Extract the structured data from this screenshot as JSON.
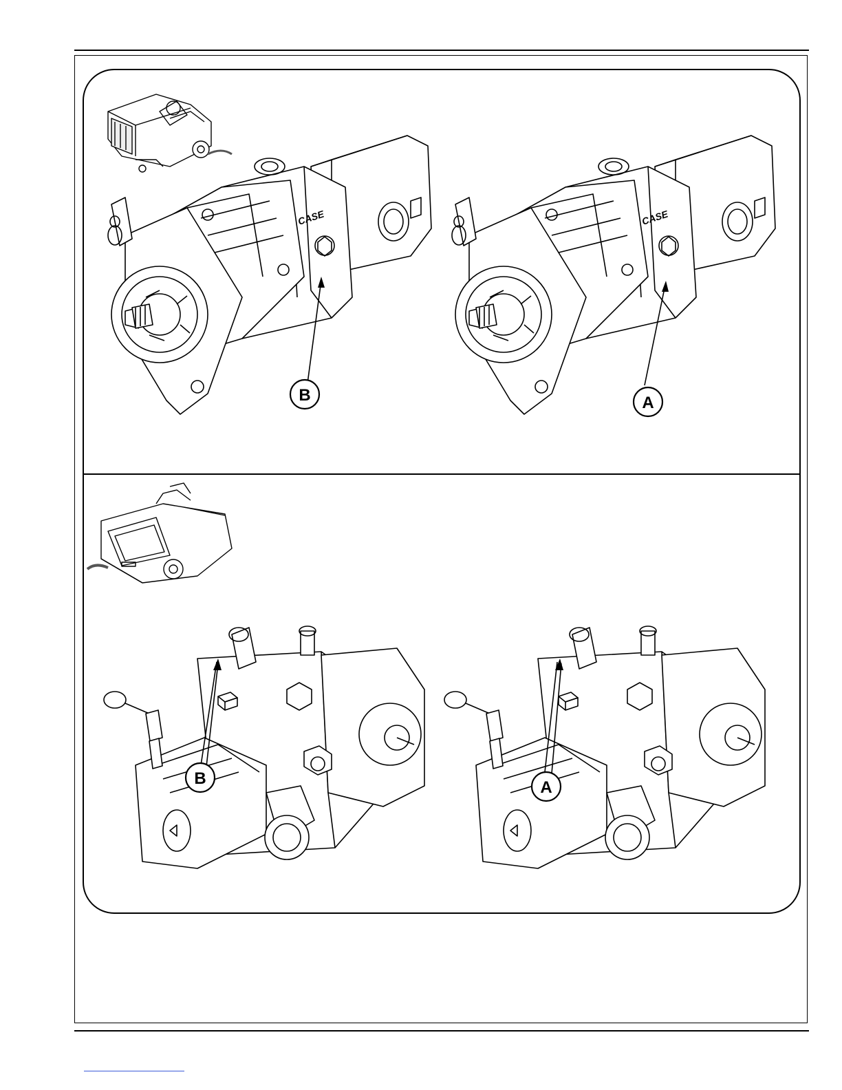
{
  "figure": {
    "panels": [
      {
        "id": "upper",
        "brand_mark": "CASE",
        "callouts": [
          "B",
          "A"
        ]
      },
      {
        "id": "lower",
        "callouts": [
          "B",
          "A"
        ]
      }
    ]
  },
  "colors": {
    "line": "#000000",
    "link_underline": "#3b5bd9"
  },
  "icons": [
    "sweeper-machine-rear-icon",
    "sweeper-machine-front-icon",
    "hydraulic-pump-icon"
  ]
}
